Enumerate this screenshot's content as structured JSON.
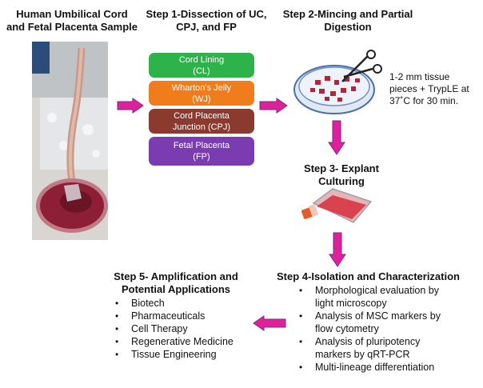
{
  "sample": {
    "title_line1": "Human Umbilical Cord",
    "title_line2": "and Fetal Placenta Sample",
    "photo_icon": "umbilical-cord-photo"
  },
  "step1": {
    "title_line1": "Step 1-Dissection of UC,",
    "title_line2": "CPJ, and FP",
    "boxes": [
      {
        "line1": "Cord Lining",
        "line2": "(CL)",
        "color": "#2db34a"
      },
      {
        "line1": "Wharton’s Jelly",
        "line2": "(WJ)",
        "color": "#f07c1c"
      },
      {
        "line1": "Cord Placenta",
        "line2": "Junction (CPJ)",
        "color": "#8b3a2f"
      },
      {
        "line1": "Fetal Placenta",
        "line2": "(FP)",
        "color": "#7a3cb0"
      }
    ]
  },
  "step2": {
    "title_line1": "Step 2-Mincing and Partial",
    "title_line2": "Digestion",
    "note_line1": "1-2 mm tissue",
    "note_line2": "pieces  + TrypLE at",
    "note_line3": "37˚C for 30 min."
  },
  "step3": {
    "title": "Step 3- Explant Culturing"
  },
  "step4": {
    "title": "Step 4-Isolation and Characterization",
    "items": [
      {
        "line1": "Morphological evaluation by",
        "line2": "light microscopy"
      },
      {
        "line1": "Analysis of MSC markers by",
        "line2": "flow cytometry"
      },
      {
        "line1": "Analysis of pluripotency",
        "line2": "markers by qRT-PCR"
      },
      {
        "line1": "Multi-lineage differentiation",
        "line2": ""
      }
    ]
  },
  "step5": {
    "title_line1": "Step 5- Amplification and",
    "title_line2": "Potential Applications",
    "items": [
      "Biotech",
      "Pharmaceuticals",
      "Cell Therapy",
      "Regenerative Medicine",
      "Tissue Engineering"
    ]
  },
  "colors": {
    "arrow": "#e0209a",
    "arrow_outline": "#7a2a8a"
  }
}
